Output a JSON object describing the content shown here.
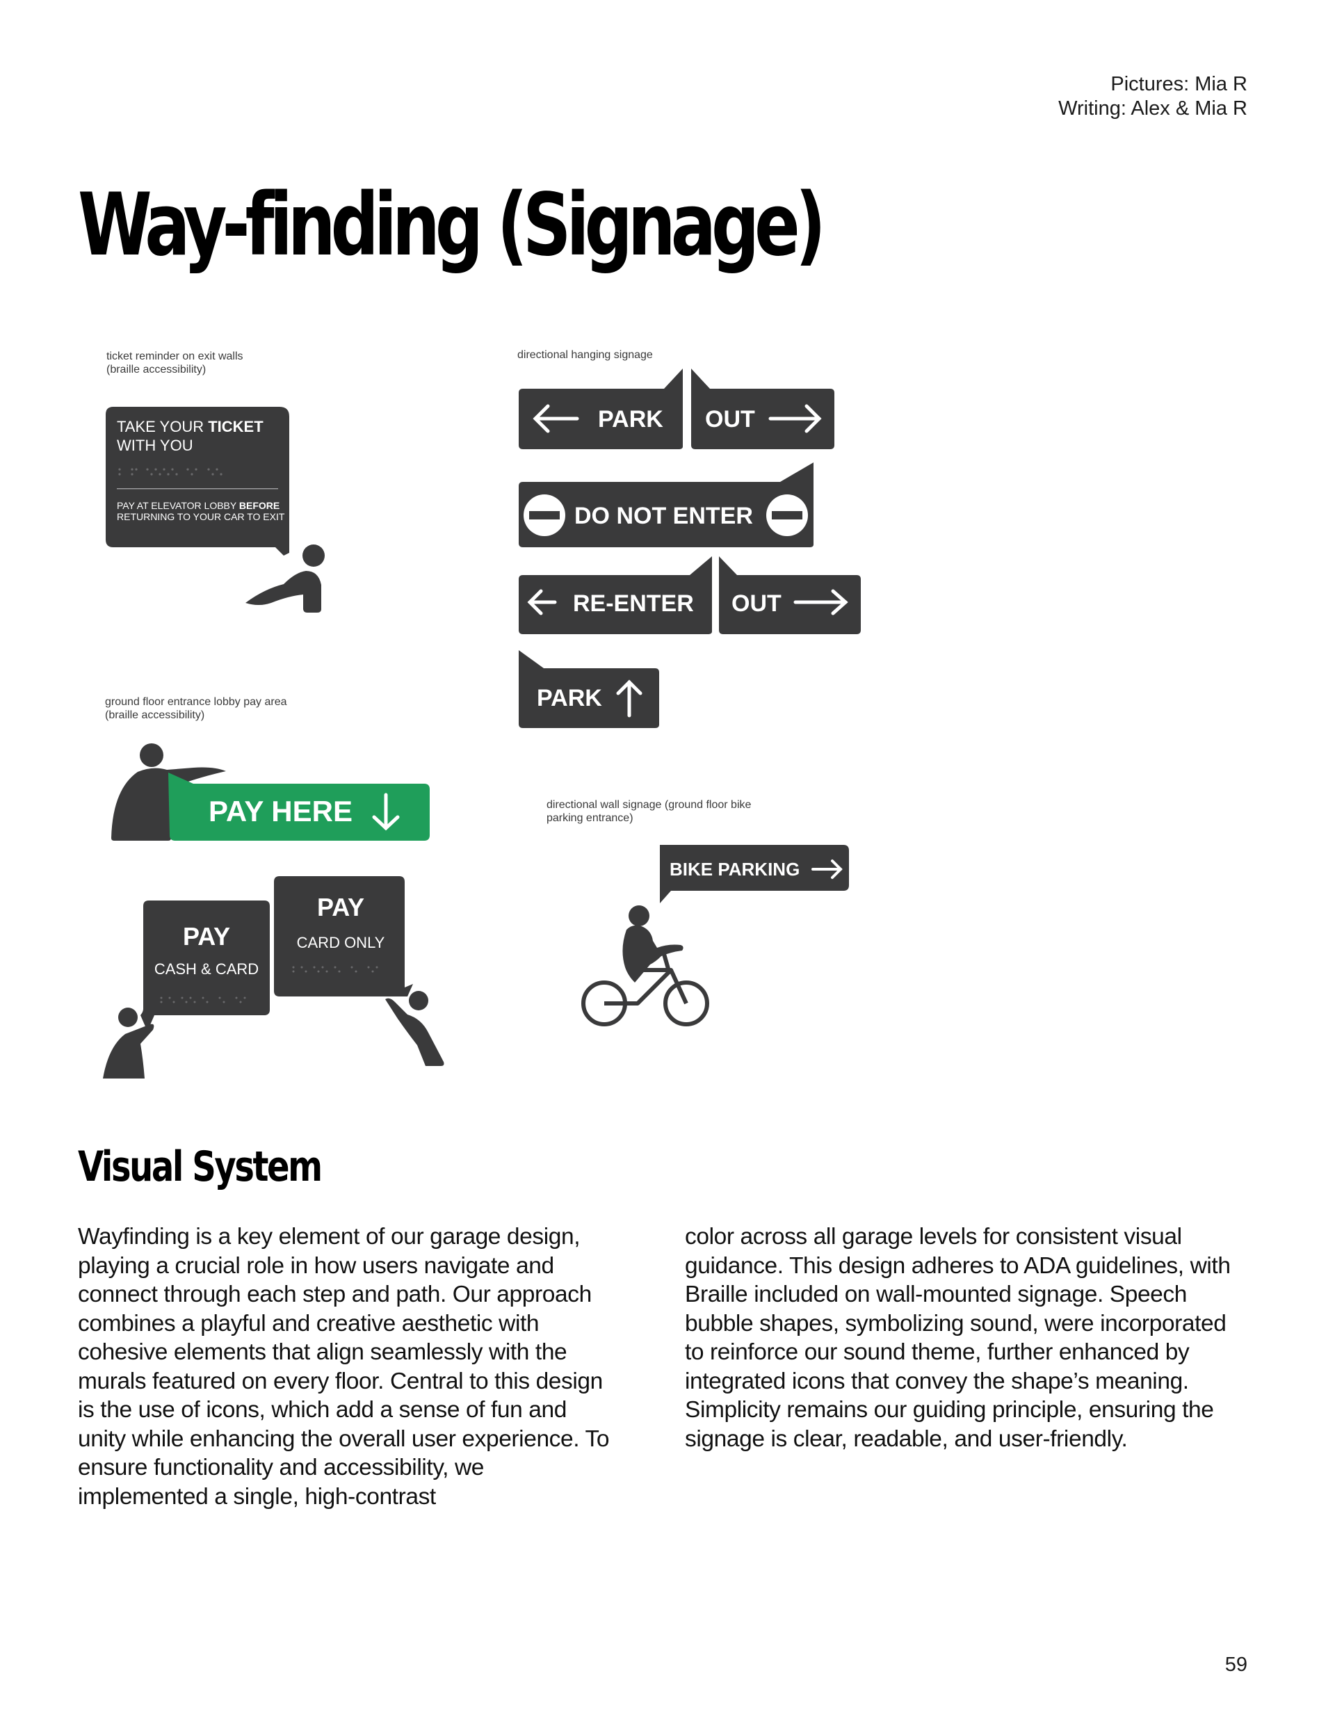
{
  "credits": {
    "pictures": "Pictures: Mia R",
    "writing": "Writing: Alex & Mia R"
  },
  "title": "Way-finding (Signage)",
  "captions": {
    "ticket": "ticket reminder on exit walls\n(braille accessibility)",
    "hanging": "directional hanging signage",
    "lobby": "ground floor entrance lobby pay area\n(braille accessibility)",
    "wall": "directional wall signage (ground floor bike\nparking entrance)"
  },
  "signs": {
    "ticket_line1_a": "TAKE YOUR ",
    "ticket_line1_b": "TICKET",
    "ticket_line2": "WITH YOU",
    "ticket_line3_a": "PAY AT ELEVATOR LOBBY ",
    "ticket_line3_b": "BEFORE",
    "ticket_line4": "RETURNING TO YOUR CAR TO EXIT",
    "park": "PARK",
    "out": "OUT",
    "do_not_enter": "DO NOT ENTER",
    "re_enter": "RE-ENTER",
    "pay_here": "PAY HERE",
    "pay": "PAY",
    "cash_card": "CASH & CARD",
    "card_only": "CARD ONLY",
    "bike_parking": "BIKE PARKING"
  },
  "colors": {
    "sign_dark": "#3a3a3b",
    "sign_green": "#1f9e5a",
    "text_light": "#ffffff"
  },
  "icons": [
    "arrow-left-icon",
    "arrow-right-icon",
    "arrow-up-icon",
    "arrow-down-icon",
    "no-entry-icon",
    "person-icon",
    "bicycle-icon",
    "braille-dots"
  ],
  "section_heading": "Visual System",
  "body": {
    "col1": "Wayfinding is a key element of our garage design, playing a crucial role in how users navigate and connect through each step and path. Our approach combines a playful and creative aesthetic with cohesive elements that align seamlessly with the murals featured on every floor. Central to this design is the use of icons, which add a sense of fun and unity while enhancing the overall user experience. To ensure functionality and accessibility, we implemented a single, high-contrast",
    "col2": "color across all garage levels for consistent visual guidance. This design adheres to ADA guidelines, with Braille included on wall-mounted signage. Speech bubble shapes, symbolizing sound, were incorporated to reinforce our sound theme, further enhanced by integrated icons that convey the shape’s meaning. Simplicity remains our guiding principle, ensuring the signage is clear, readable, and user-friendly."
  },
  "page_number": "59"
}
